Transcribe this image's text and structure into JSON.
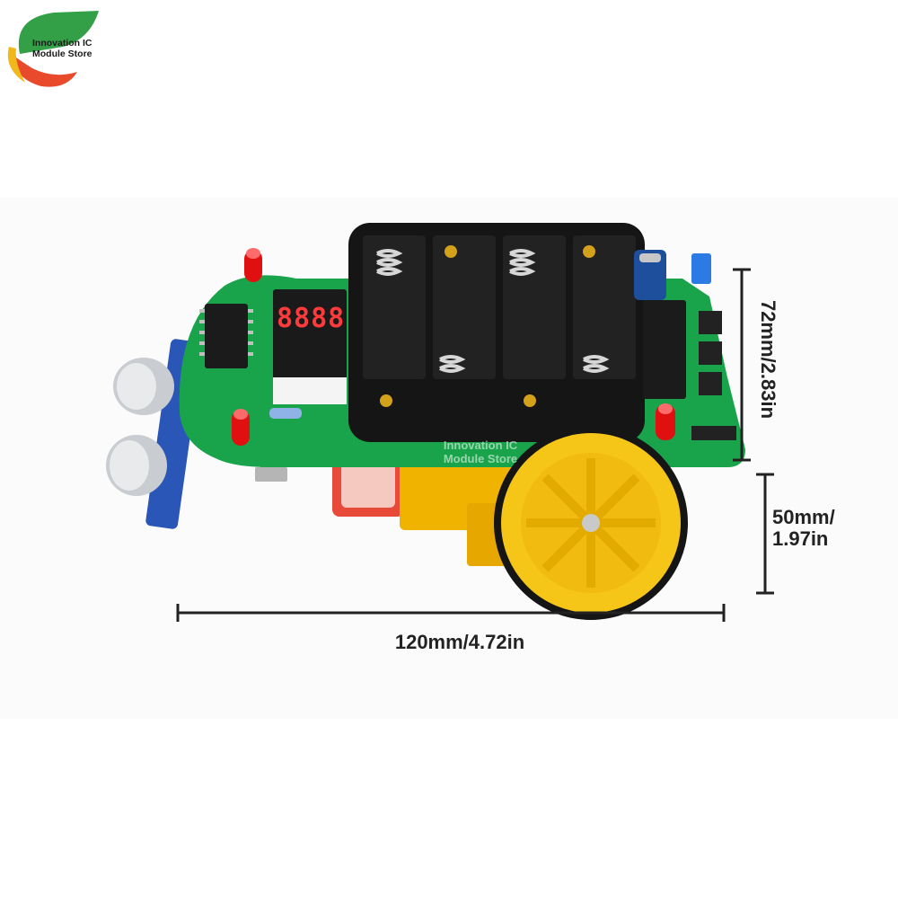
{
  "logo": {
    "line1": "Innovation IC",
    "line2": "Module Store"
  },
  "watermark": {
    "line1": "Innovation IC",
    "line2": "Module Store"
  },
  "dimensions": {
    "length": "120mm/4.72in",
    "height_board": "72mm/2.83in",
    "height_wheel_line1": "50mm/",
    "height_wheel_line2": "1.97in"
  },
  "display": {
    "digits": "8888"
  },
  "colors": {
    "pcb": "#19a34a",
    "battery_holder": "#151515",
    "wheel": "#f5c518",
    "gearbox": "#f0b400",
    "led": "#e01010",
    "dimension_line": "#222222"
  }
}
